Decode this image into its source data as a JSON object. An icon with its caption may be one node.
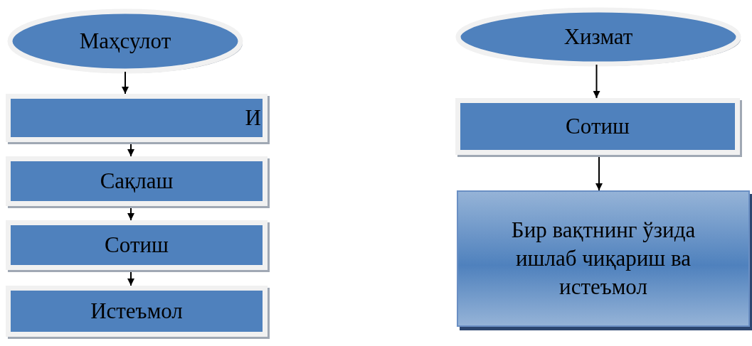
{
  "diagram": {
    "nodes": [
      {
        "text": [
          "Маҳсулот"
        ]
      },
      {
        "text": [
          "И"
        ]
      },
      {
        "text": [
          "Сақлаш"
        ]
      },
      {
        "text": [
          "Сотиш"
        ]
      },
      {
        "text": [
          "Истеъмол"
        ]
      },
      {
        "text": [
          "Хизмат"
        ]
      },
      {
        "text": [
          "Сотиш"
        ]
      },
      {
        "text": [
          "Бир вақтнинг ўзида ишлаб чиқариш ва истеъмол"
        ]
      }
    ],
    "edges": [
      {
        "from": 0,
        "to": 1,
        "arrow": "to"
      },
      {
        "from": 1,
        "to": 2,
        "arrow": "to"
      },
      {
        "from": 2,
        "to": 3,
        "arrow": "to"
      },
      {
        "from": 3,
        "to": 4,
        "arrow": "to"
      },
      {
        "from": 5,
        "to": 6,
        "arrow": "to"
      },
      {
        "from": 6,
        "to": 7,
        "arrow": "to"
      }
    ]
  }
}
